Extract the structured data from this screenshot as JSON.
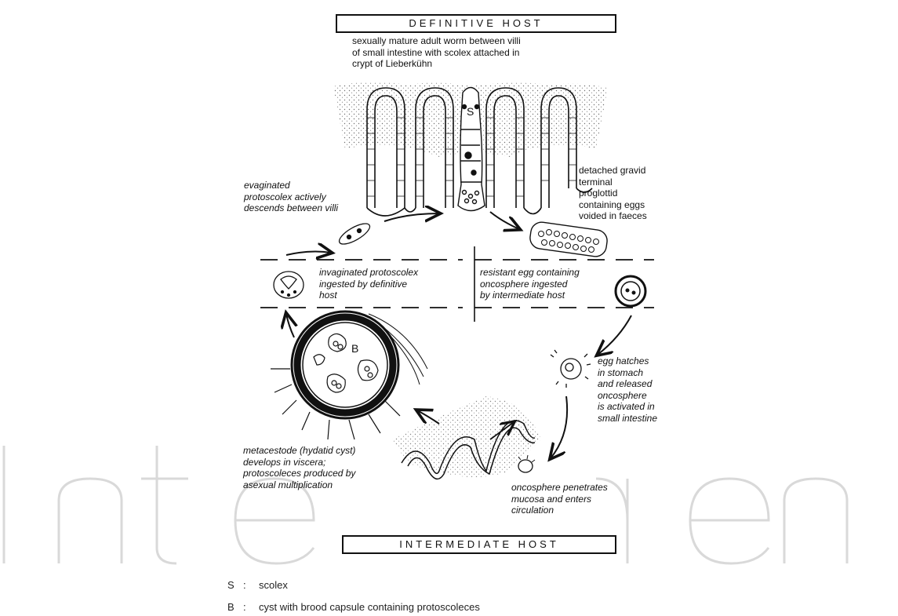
{
  "boxes": {
    "definitive_host": "DEFINITIVE HOST",
    "intermediate_host": "INTERMEDIATE HOST"
  },
  "labels": {
    "adult_worm": "sexually mature adult worm between villi\nof small intestine with scolex attached in\ncrypt of Lieberkühn",
    "evaginated": "evaginated\nprotoscolex actively\ndescends between villi",
    "detached": "detached gravid\nterminal\nproglottid\ncontaining eggs\nvoided in faeces",
    "invaginated": "invaginated protoscolex\ningested by definitive\nhost",
    "resistant_egg": "resistant egg containing\noncosphere ingested\nby intermediate host",
    "egg_hatches": "egg hatches\nin stomach\nand released\noncosphere\nis activated in\nsmall intestine",
    "metacestode": "metacestode (hydatid cyst)\ndevelops in viscera;\nprotoscoleces produced by\nasexual multiplication",
    "oncosphere_penetrates": "oncosphere penetrates\nmucosa and enters\ncirculation"
  },
  "figure_letters": {
    "scolex_letter": "S",
    "brood_letter": "B"
  },
  "legend": [
    {
      "symbol": "S",
      "separator": ":",
      "text": "scolex"
    },
    {
      "symbol": "B",
      "separator": ":",
      "text": "cyst with brood capsule containing protoscoleces"
    }
  ],
  "watermark": {
    "text": "IntechOpen",
    "color": "#d9d9d9"
  }
}
